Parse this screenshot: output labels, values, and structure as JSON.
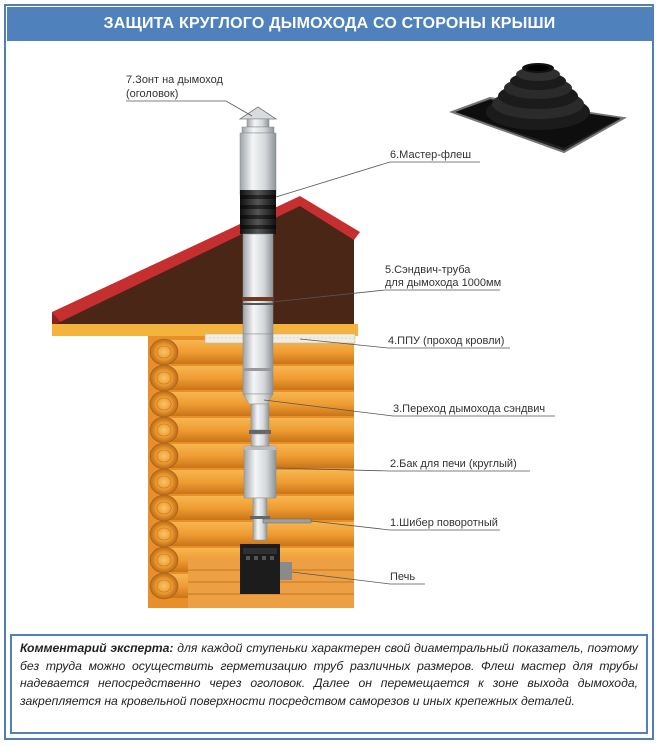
{
  "header": {
    "title": "ЗАЩИТА КРУГЛОГО ДЫМОХОДА СО СТОРОНЫ КРЫШИ"
  },
  "labels": {
    "item7_line1": "7.Зонт на дымоход",
    "item7_line2": "(оголовок)",
    "item6": "6.Мастер-флеш",
    "item5_line1": "5.Сэндвич-труба",
    "item5_line2": "для дымохода 1000мм",
    "item4": "4.ППУ (проход кровли)",
    "item3": "3.Переход дымохода сэндвич",
    "item2": "2.Бак для печи (круглый)",
    "item1": "1.Шибер поворотный",
    "stove": "Печь"
  },
  "comment": {
    "lead": "Комментарий эксперта:",
    "text": " для каждой ступеньки характерен свой диаметральный показатель, поэтому без труда можно осуществить герметизацию труб различных размеров. Флеш мастер для трубы надевается непосредственно через оголовок. Далее он перемещается к зоне выхода дымохода, закрепляется на кровельной поверхности посредством саморезов и иных крепежных деталей."
  },
  "colors": {
    "accent": "#4f81bd",
    "roof_red": "#c62f2f",
    "roof_brown": "#4a2617",
    "log": "#f0a23c"
  }
}
